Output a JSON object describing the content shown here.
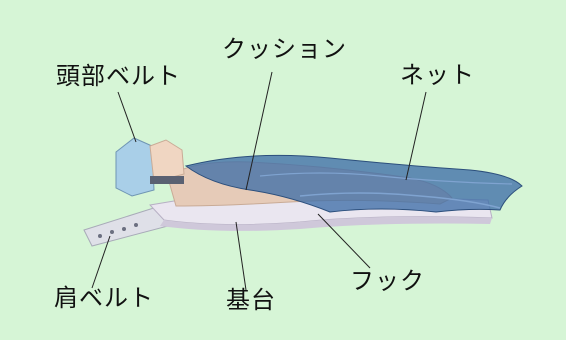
{
  "labels": {
    "head_belt": "頭部ベルト",
    "cushion": "クッション",
    "net": "ネット",
    "shoulder_belt": "肩ベルト",
    "base": "基台",
    "hook": "フック"
  },
  "colors": {
    "background": "#d6f5d6",
    "border": "#ffffff",
    "base": "#eae6f0",
    "cushion": "#e6cbb8",
    "net": "#3f6ea8",
    "headrest": "#a9cfe8",
    "shoulder_belt": "#dfe0e8",
    "text": "#111111"
  }
}
